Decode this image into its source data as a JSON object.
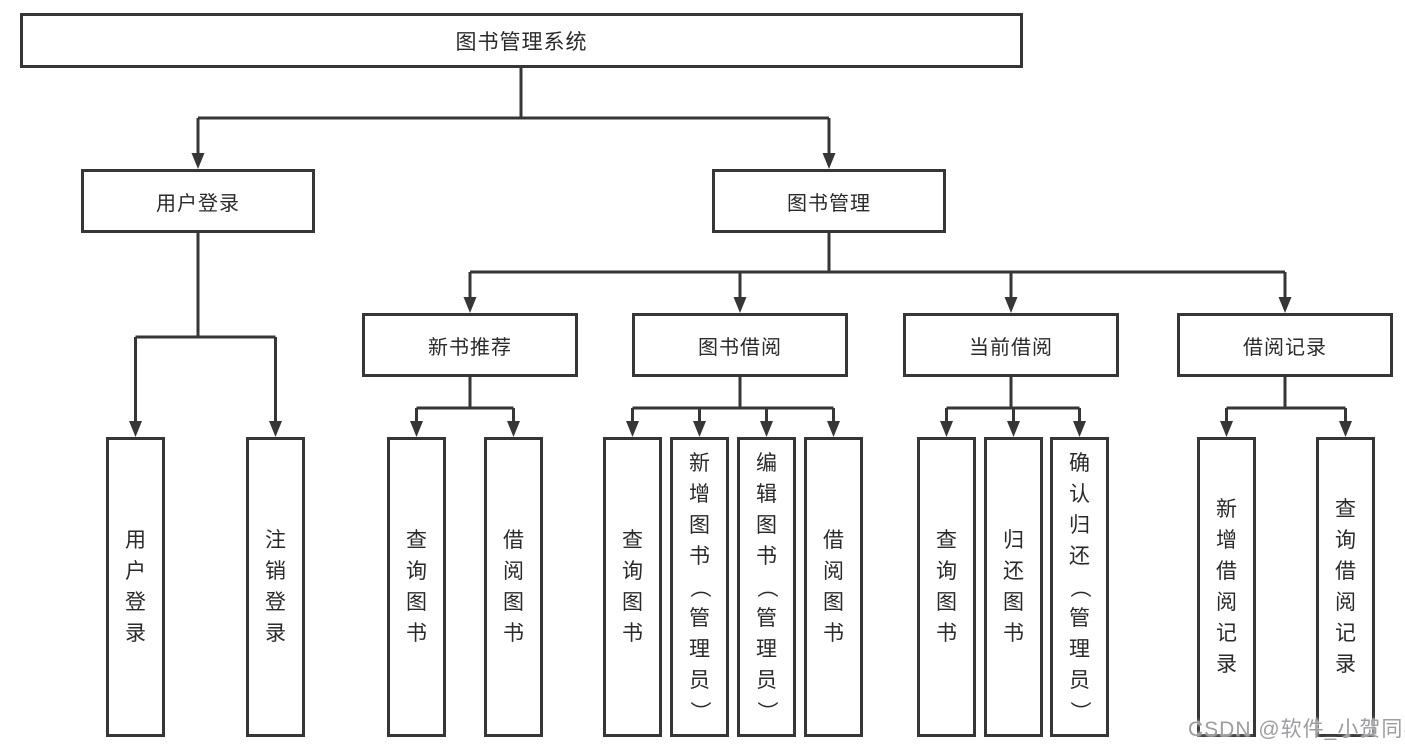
{
  "diagram_title": "图书管理系统",
  "tree": {
    "root": "图书管理系统",
    "children": [
      {
        "label": "用户登录",
        "children": [
          {
            "label": "用户登录"
          },
          {
            "label": "注销登录"
          }
        ]
      },
      {
        "label": "图书管理",
        "children": [
          {
            "label": "新书推荐",
            "children": [
              {
                "label": "查询图书"
              },
              {
                "label": "借阅图书"
              }
            ]
          },
          {
            "label": "图书借阅",
            "children": [
              {
                "label": "查询图书"
              },
              {
                "label": "新增图书（管理员）"
              },
              {
                "label": "编辑图书（管理员）"
              },
              {
                "label": "借阅图书"
              }
            ]
          },
          {
            "label": "当前借阅",
            "children": [
              {
                "label": "查询图书"
              },
              {
                "label": "归还图书"
              },
              {
                "label": "确认归还（管理员）"
              }
            ]
          },
          {
            "label": "借阅记录",
            "children": [
              {
                "label": "新增借阅记录"
              },
              {
                "label": "查询借阅记录"
              }
            ]
          }
        ]
      }
    ]
  },
  "watermark": {
    "text": "CSDN @软件_小贺同学"
  },
  "colors": {
    "line": "#363636",
    "text": "#2a2a2a",
    "watermark": "#9d9da1",
    "bg": "#ffffff"
  }
}
